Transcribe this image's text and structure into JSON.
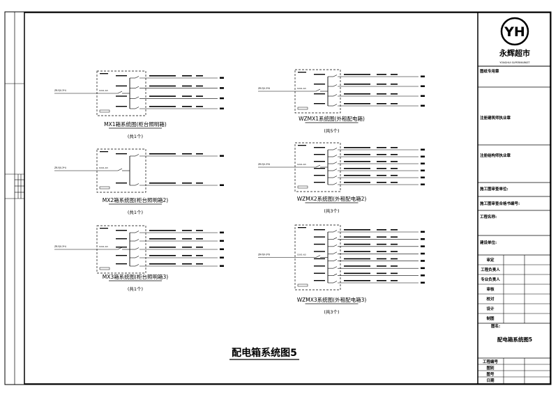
{
  "drawing": {
    "main_title": "配电箱系统图5",
    "left_column": [
      {
        "name": "MX1",
        "title": "MX1箱系统图(柜台照明箱)",
        "count": "(共1个)",
        "main_switch": "S3X1-63",
        "incoming": "ZR-YJV-3*4",
        "rows": 4
      },
      {
        "name": "MX2",
        "title": "MX2箱系统图(柜台照明箱2)",
        "count": "(共1个)",
        "main_switch": "S3X1-63",
        "incoming": "ZR-YJV-3*4",
        "rows": 2
      },
      {
        "name": "MX3",
        "title": "MX3箱系统图(柜台照明箱3)",
        "count": "(共1个)",
        "main_switch": "S3X1-63",
        "incoming": "ZR-YJV-3*4",
        "rows": 5
      }
    ],
    "right_column": [
      {
        "name": "WZMX1",
        "title": "WZMX1系统图(外租配电箱)",
        "count": "(共5个)",
        "main_switch": "S3X1-63",
        "incoming": "ZR-YJV-3*6",
        "rows": 4
      },
      {
        "name": "WZMX2",
        "title": "WZMX2系统图(外租配电箱2)",
        "count": "(共3个)",
        "main_switch": "S3X1-63",
        "incoming": "ZR-YJV-3*6",
        "rows": 6
      },
      {
        "name": "WZMX3",
        "title": "WZMX3系统图(外租配电箱3)",
        "count": "(共3个)",
        "main_switch": "S3X1-63",
        "incoming": "ZR-YJV-3*6",
        "rows": 8
      }
    ]
  },
  "title_block": {
    "logo_text": "YH",
    "company_name": "永辉超市",
    "company_sub": "YONGHUI SUPERMARKET",
    "fields": [
      "图纸专用章",
      "注册建筑师执业章",
      "注册结构师执业章",
      "施工图审查单位:",
      "施工图审查合格书编号:",
      "工程名称:",
      "建设单位:"
    ],
    "roles": [
      "审定",
      "工程负责人",
      "专业负责人",
      "审核",
      "校对",
      "设计",
      "制图"
    ],
    "sheet_label": "图名:",
    "sheet_name": "配电箱系统图5",
    "footer": [
      "工程编号",
      "图别",
      "图号",
      "日期"
    ]
  }
}
